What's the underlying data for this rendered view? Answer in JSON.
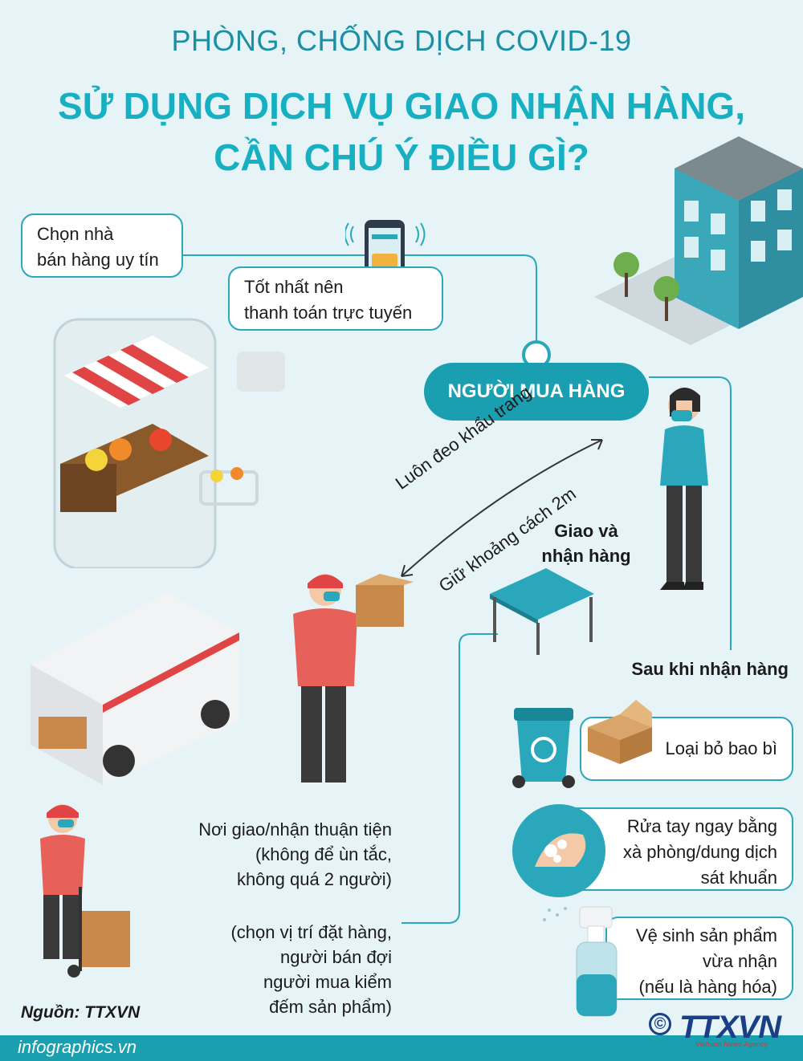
{
  "header": {
    "supertitle": "PHÒNG, CHỐNG DỊCH COVID-19",
    "title_line1": "SỬ DỤNG DỊCH VỤ GIAO NHẬN HÀNG,",
    "title_line2": "CẦN CHÚ Ý ĐIỀU GÌ?"
  },
  "tips": {
    "choose_seller_l1": "Chọn nhà",
    "choose_seller_l2": "bán hàng uy tín",
    "pay_online_l1": "Tốt nhất nên",
    "pay_online_l2": "thanh toán trực tuyến"
  },
  "buyer": {
    "label": "NGƯỜI MUA HÀNG"
  },
  "distance": {
    "mask": "Luôn đeo khẩu trang",
    "keep": "Giữ khoảng cách 2m"
  },
  "exchange": {
    "l1": "Giao và",
    "l2": "nhận hàng"
  },
  "after": {
    "heading": "Sau khi nhận hàng",
    "discard": "Loại bỏ bao bì",
    "wash_l1": "Rửa tay ngay bằng",
    "wash_l2": "xà phòng/dung dịch",
    "wash_l3": "sát khuẩn",
    "clean_l1": "Vệ sinh sản phẩm",
    "clean_l2": "vừa nhận",
    "clean_l3": "(nếu là hàng hóa)"
  },
  "place": {
    "l1": "Nơi giao/nhận thuận tiện",
    "l2": "(không để ùn tắc,",
    "l3": "không quá 2 người)",
    "m1": "(chọn vị trí đặt hàng,",
    "m2": "người bán đợi",
    "m3": "người mua kiểm",
    "m4": "đếm sản phẩm)"
  },
  "footer": {
    "source": "Nguồn: TTXVN",
    "website": "infographics.vn",
    "logo": "TTXVN",
    "logo_sub": "Vietnam News Agency",
    "copyright": "©"
  },
  "colors": {
    "accent": "#1a9fb0",
    "title": "#17b0c2",
    "background": "#e6f4f8"
  }
}
